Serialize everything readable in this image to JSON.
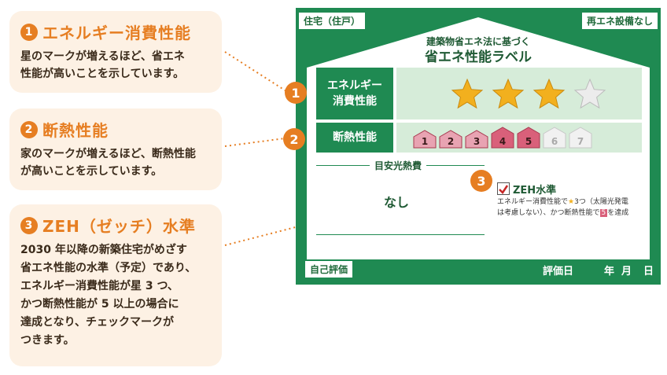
{
  "cards": [
    {
      "num": "1",
      "title": "エネルギー消費性能",
      "text": "星のマークが増えるほど、省エネ\n性能が高いことを示しています。"
    },
    {
      "num": "2",
      "title": "断熱性能",
      "text": "家のマークが増えるほど、断熱性能\nが高いことを示しています。"
    },
    {
      "num": "3",
      "title": "ZEH（ゼッチ）水準",
      "text": "2030 年以降の新築住宅がめざす\n省エネ性能の水準（予定）であり、\nエネルギー消費性能が星 3 つ、\nかつ断熱性能が 5 以上の場合に\n達成となり、チェックマークが\nつきます。"
    }
  ],
  "label": {
    "tag_left": "住宅（住戸）",
    "tag_right": "再エネ設備なし",
    "subtitle": "建築物省エネ法に基づく",
    "title": "省エネ性能ラベル",
    "energy_label": "エネルギー\n消費性能",
    "energy_stars_filled": 3,
    "energy_stars_total": 4,
    "insulation_label": "断熱性能",
    "insulation_levels": [
      "1",
      "2",
      "3",
      "4",
      "5",
      "6",
      "7"
    ],
    "insulation_value": 5,
    "cost_label": "目安光熱費",
    "cost_value": "なし",
    "zeh_label": "ZEH水準",
    "zeh_note_a": "エネルギー消費性能で",
    "zeh_note_b": "3つ（太陽光発電",
    "zeh_note_c": "は考慮しない）、かつ断熱性能で",
    "zeh_note_d_num": "5",
    "zeh_note_e": "を達成",
    "self_eval": "自己評価",
    "date_label": "評価日",
    "year": "年",
    "month": "月",
    "day": "日",
    "callouts": [
      "1",
      "2",
      "3"
    ]
  },
  "colors": {
    "accent": "#e67e22",
    "green": "#1f8a52",
    "light_green": "#d6ecd9",
    "star": "#f2b01e",
    "house_on": "#d9607a"
  }
}
